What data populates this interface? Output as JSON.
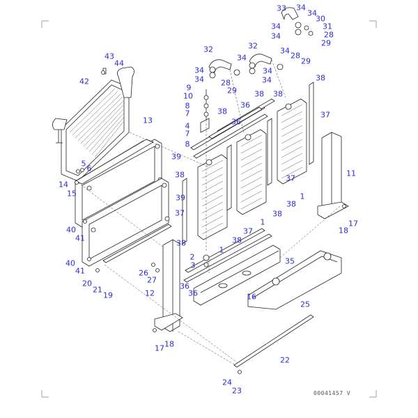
{
  "diagram": {
    "callout_color": "#2b2bd6",
    "line_color": "#222222",
    "drawing_number": "00041457 V",
    "callouts": [
      {
        "label": "33"
      },
      {
        "label": "34"
      },
      {
        "label": "34"
      },
      {
        "label": "30"
      },
      {
        "label": "34"
      },
      {
        "label": "31"
      },
      {
        "label": "34"
      },
      {
        "label": "28"
      },
      {
        "label": "29"
      },
      {
        "label": "43"
      },
      {
        "label": "44"
      },
      {
        "label": "42"
      },
      {
        "label": "32"
      },
      {
        "label": "34"
      },
      {
        "label": "34"
      },
      {
        "label": "34"
      },
      {
        "label": "28"
      },
      {
        "label": "29"
      },
      {
        "label": "32"
      },
      {
        "label": "34"
      },
      {
        "label": "34"
      },
      {
        "label": "34"
      },
      {
        "label": "28"
      },
      {
        "label": "29"
      },
      {
        "label": "9"
      },
      {
        "label": "10"
      },
      {
        "label": "8"
      },
      {
        "label": "7"
      },
      {
        "label": "4"
      },
      {
        "label": "7"
      },
      {
        "label": "8"
      },
      {
        "label": "38"
      },
      {
        "label": "36"
      },
      {
        "label": "38"
      },
      {
        "label": "38"
      },
      {
        "label": "36"
      },
      {
        "label": "38"
      },
      {
        "label": "37"
      },
      {
        "label": "13"
      },
      {
        "label": "39"
      },
      {
        "label": "39"
      },
      {
        "label": "5"
      },
      {
        "label": "6"
      },
      {
        "label": "14"
      },
      {
        "label": "15"
      },
      {
        "label": "40"
      },
      {
        "label": "41"
      },
      {
        "label": "40"
      },
      {
        "label": "41"
      },
      {
        "label": "38"
      },
      {
        "label": "37"
      },
      {
        "label": "38"
      },
      {
        "label": "1"
      },
      {
        "label": "38"
      },
      {
        "label": "37"
      },
      {
        "label": "38"
      },
      {
        "label": "1"
      },
      {
        "label": "38"
      },
      {
        "label": "37"
      },
      {
        "label": "1"
      },
      {
        "label": "11"
      },
      {
        "label": "18"
      },
      {
        "label": "17"
      },
      {
        "label": "2"
      },
      {
        "label": "3"
      },
      {
        "label": "36"
      },
      {
        "label": "36"
      },
      {
        "label": "20"
      },
      {
        "label": "21"
      },
      {
        "label": "19"
      },
      {
        "label": "26"
      },
      {
        "label": "27"
      },
      {
        "label": "12"
      },
      {
        "label": "35"
      },
      {
        "label": "16"
      },
      {
        "label": "25"
      },
      {
        "label": "17"
      },
      {
        "label": "18"
      },
      {
        "label": "22"
      },
      {
        "label": "24"
      },
      {
        "label": "23"
      }
    ]
  }
}
